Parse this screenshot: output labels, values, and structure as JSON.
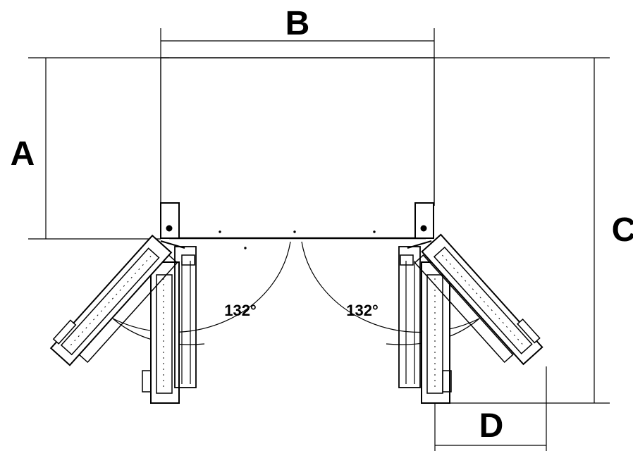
{
  "dimensions": {
    "a": "A",
    "b": "B",
    "c": "C",
    "d": "D"
  },
  "angles": {
    "left": "132°",
    "right": "132°"
  },
  "colors": {
    "line": "#000000",
    "background": "#ffffff"
  }
}
